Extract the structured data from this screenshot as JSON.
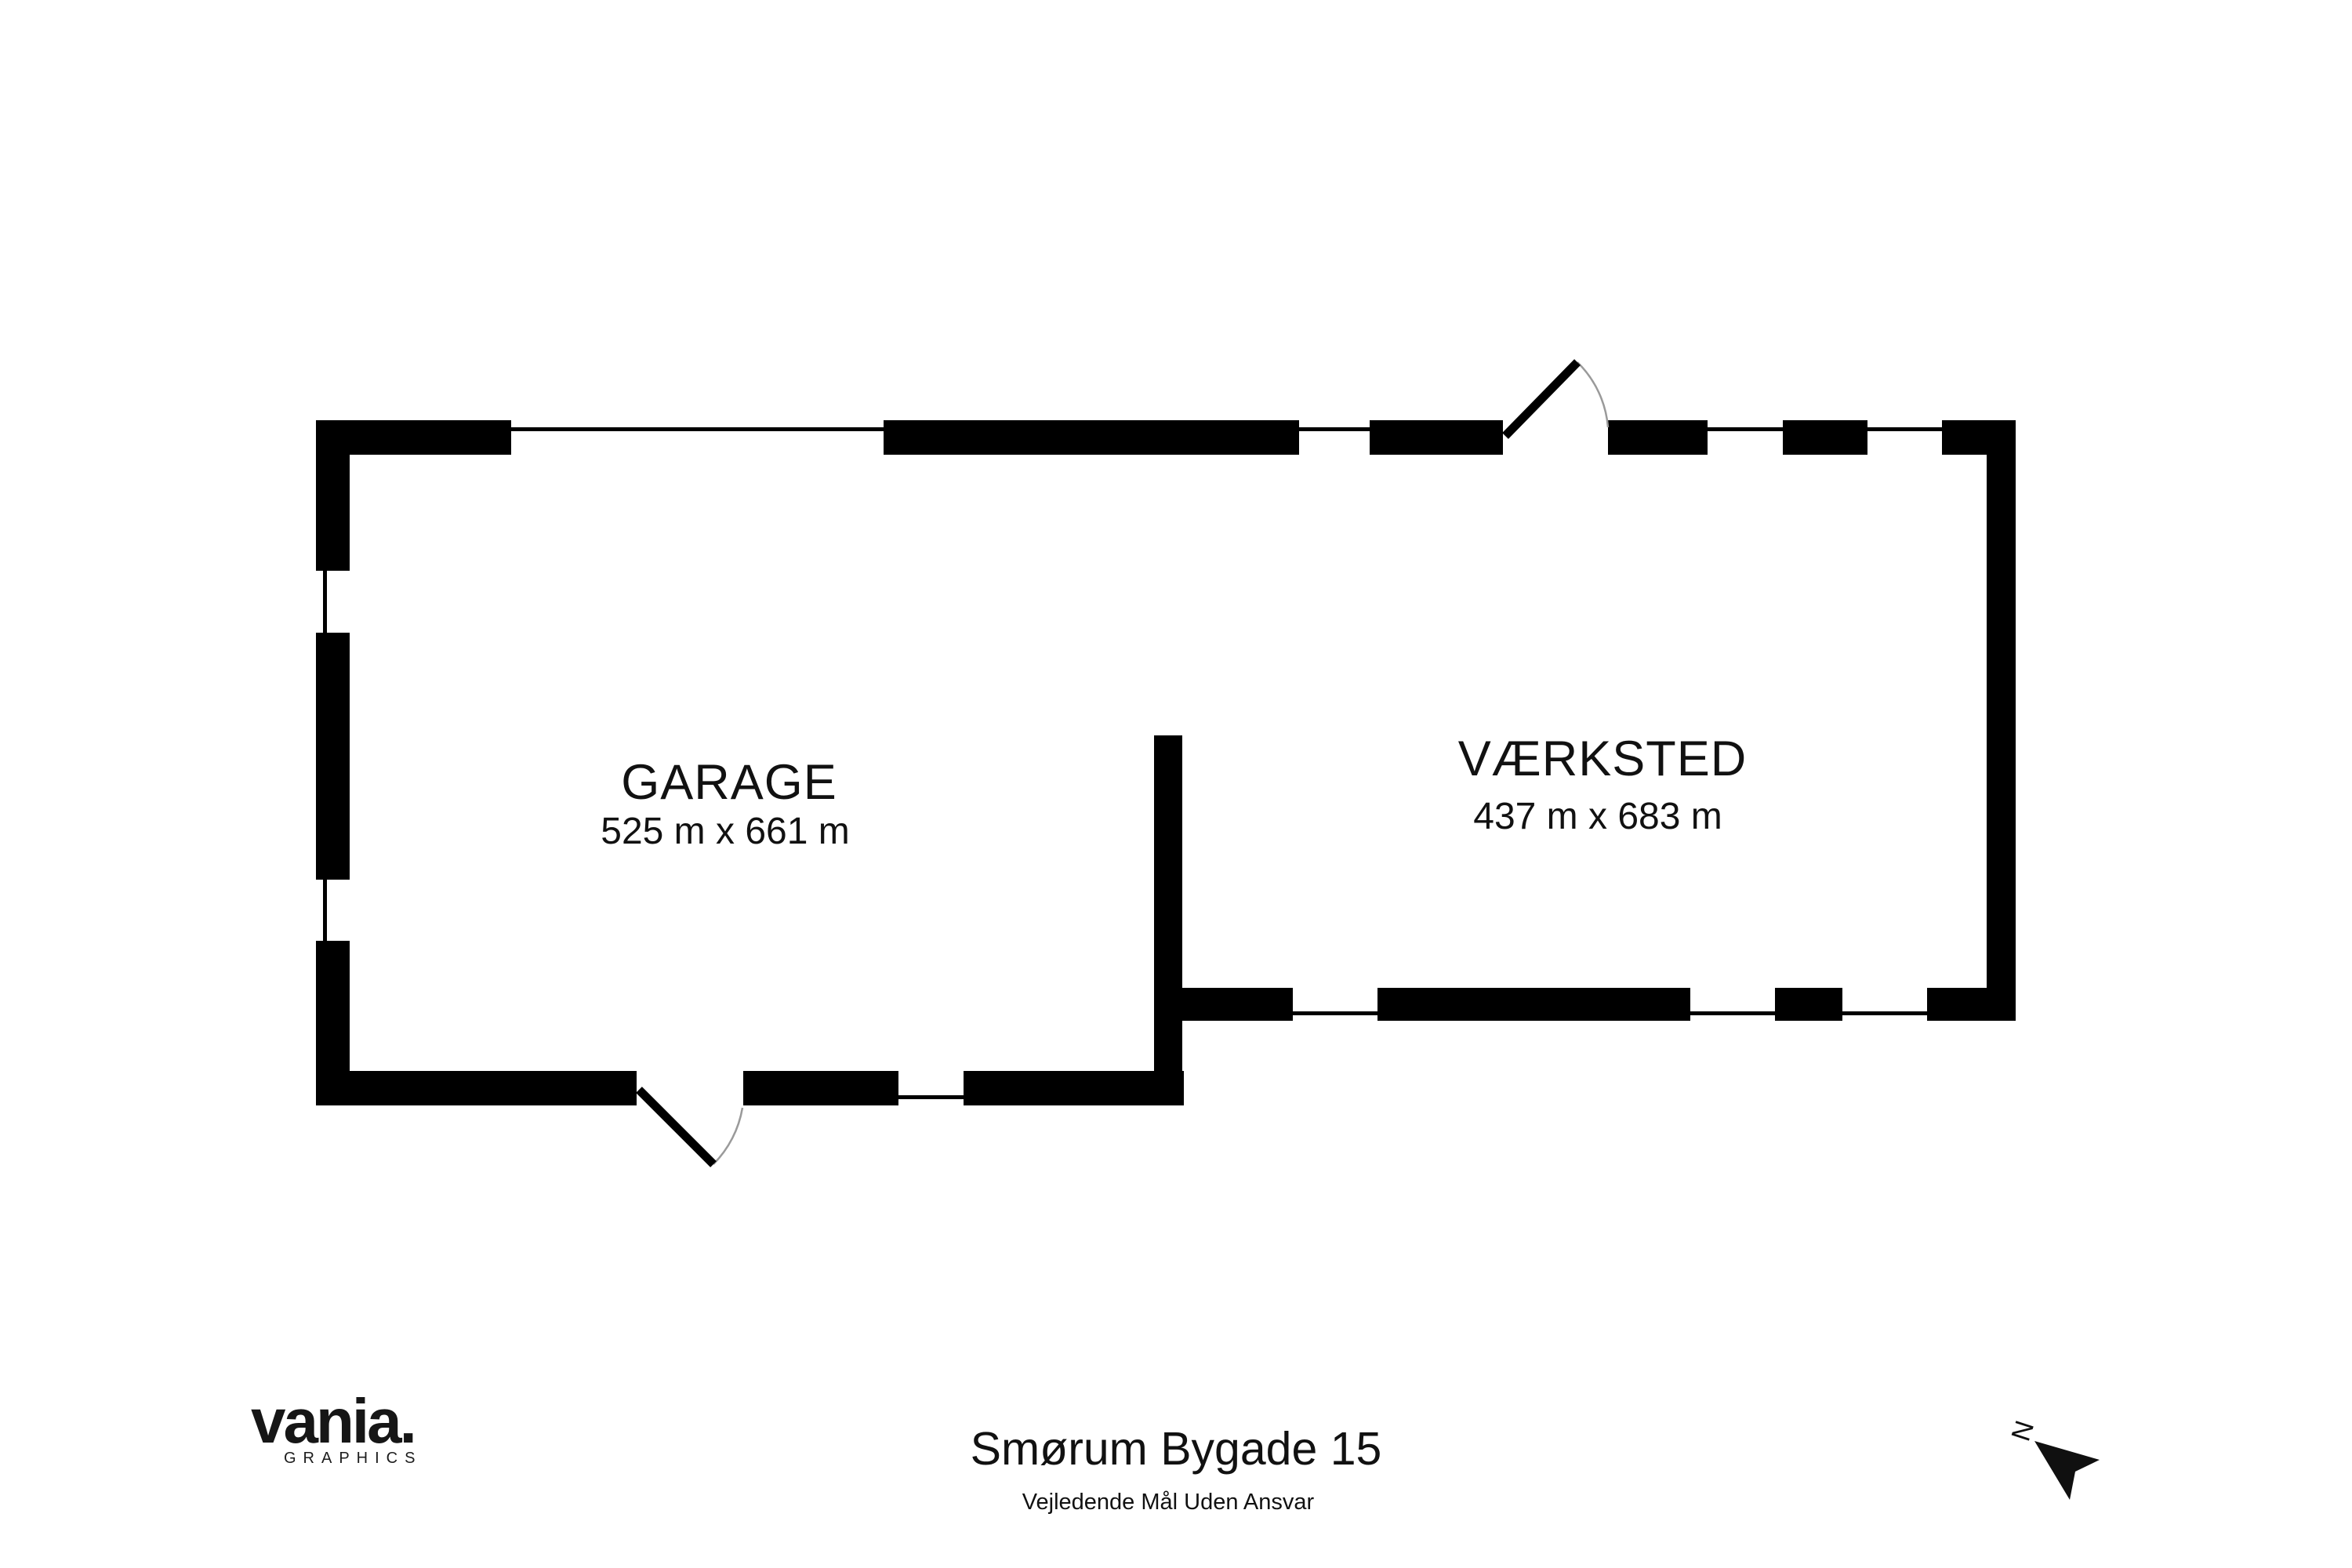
{
  "colors": {
    "wall": "#000000",
    "background": "#ffffff",
    "text": "#111111",
    "door_arc": "#9a9a9a"
  },
  "plan": {
    "rooms": [
      {
        "id": "garage",
        "label": "GARAGE",
        "dimensions": "525 m x 661 m"
      },
      {
        "id": "vaerksted",
        "label": "VÆRKSTED",
        "dimensions": "437 m x 683 m"
      }
    ]
  },
  "footer": {
    "address": "Smørum Bygade 15",
    "disclaimer": "Vejledende Mål Uden Ansvar"
  },
  "branding": {
    "logo_text": "vania.",
    "logo_subtext": "GRAPHICS"
  },
  "compass": {
    "north_label": "N"
  }
}
